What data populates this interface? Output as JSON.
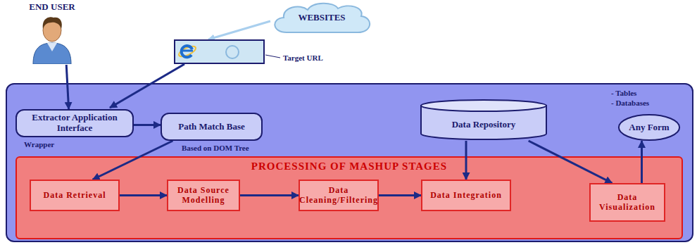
{
  "diagram": {
    "nodes": [
      {
        "text": [
          "END USER"
        ]
      },
      {
        "text": [
          "WEBSITES"
        ]
      },
      {
        "text": [
          "Extractor Application Interface"
        ]
      },
      {
        "text": [
          "Path Match Base"
        ]
      },
      {
        "text": [
          "Data Repository"
        ]
      },
      {
        "text": [
          "Any Form"
        ]
      },
      {
        "text": [
          "PROCESSING OF MASHUP STAGES"
        ]
      },
      {
        "text": [
          "Data Retrieval"
        ],
        "in": 6
      },
      {
        "text": [
          "Data Source Modelling"
        ],
        "in": 6
      },
      {
        "text": [
          "Data Cleaning/Filtering"
        ],
        "in": 6
      },
      {
        "text": [
          "Data Integration"
        ],
        "in": 6
      },
      {
        "text": [
          "Data Visualization"
        ],
        "in": 6
      }
    ],
    "edges": [
      {
        "from": 0,
        "to": 2,
        "arrow": "to"
      },
      {
        "from": 2,
        "to": 3,
        "arrow": "to"
      },
      {
        "from": 3,
        "to": 7,
        "arrow": "to"
      },
      {
        "from": 7,
        "to": 8,
        "arrow": "to"
      },
      {
        "from": 8,
        "to": 9,
        "arrow": "to"
      },
      {
        "from": 9,
        "to": 10,
        "arrow": "to"
      },
      {
        "from": 4,
        "to": 10,
        "arrow": "to"
      },
      {
        "from": 4,
        "to": 11,
        "arrow": "to"
      },
      {
        "from": 11,
        "to": 5,
        "arrow": "to"
      }
    ],
    "labels": [
      "Target URL",
      "Wrapper",
      "Based on DOM Tree",
      "- Tables",
      "- Databases"
    ]
  }
}
